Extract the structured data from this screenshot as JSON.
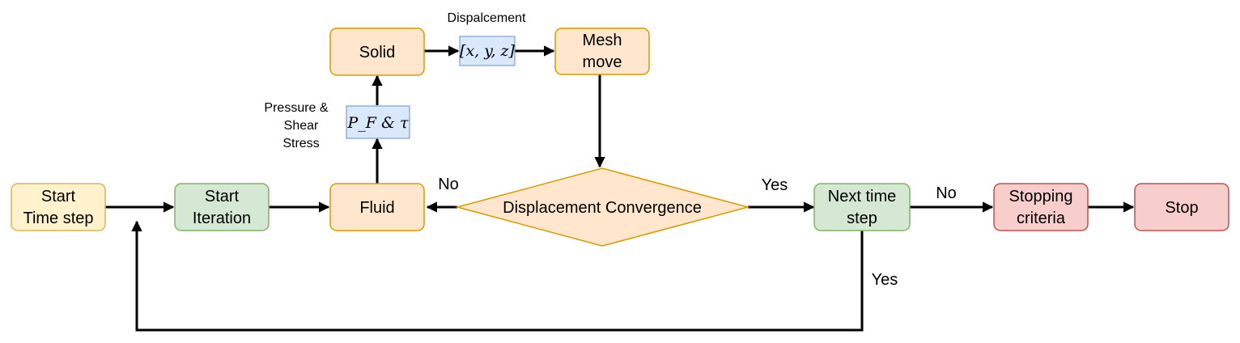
{
  "colors": {
    "yellow_fill": "#fff2cc",
    "yellow_stroke": "#d6b656",
    "green_fill": "#d5e8d4",
    "green_stroke": "#82b366",
    "orange_fill": "#ffe6cc",
    "orange_stroke": "#d79b00",
    "red_fill": "#f8cecc",
    "red_stroke": "#b85450",
    "blue_fill": "#dae8fc",
    "blue_stroke": "#6c8ebf"
  },
  "nodes": {
    "start_time_step": {
      "line1": "Start",
      "line2": "Time step"
    },
    "start_iteration": {
      "line1": "Start",
      "line2": "Iteration"
    },
    "fluid": {
      "label": "Fluid"
    },
    "solid": {
      "label": "Solid"
    },
    "mesh_move": {
      "line1": "Mesh",
      "line2": "move"
    },
    "displacement_convergence": {
      "label": "Displacement Convergence"
    },
    "next_time_step": {
      "line1": "Next time",
      "line2": "step"
    },
    "stopping_criteria": {
      "line1": "Stopping",
      "line2": "criteria"
    },
    "stop": {
      "label": "Stop"
    },
    "pressure_shear_var": {
      "label": "P_F & τ"
    },
    "displacement_var": {
      "label": "[x, y, z]"
    }
  },
  "edge_labels": {
    "dispalcement": "Dispalcement",
    "pressure_line1": "Pressure &",
    "pressure_line2": "Shear",
    "pressure_line3": "Stress",
    "no_fluid": "No",
    "yes_next": "Yes",
    "no_stopping": "No",
    "yes_loop": "Yes"
  }
}
